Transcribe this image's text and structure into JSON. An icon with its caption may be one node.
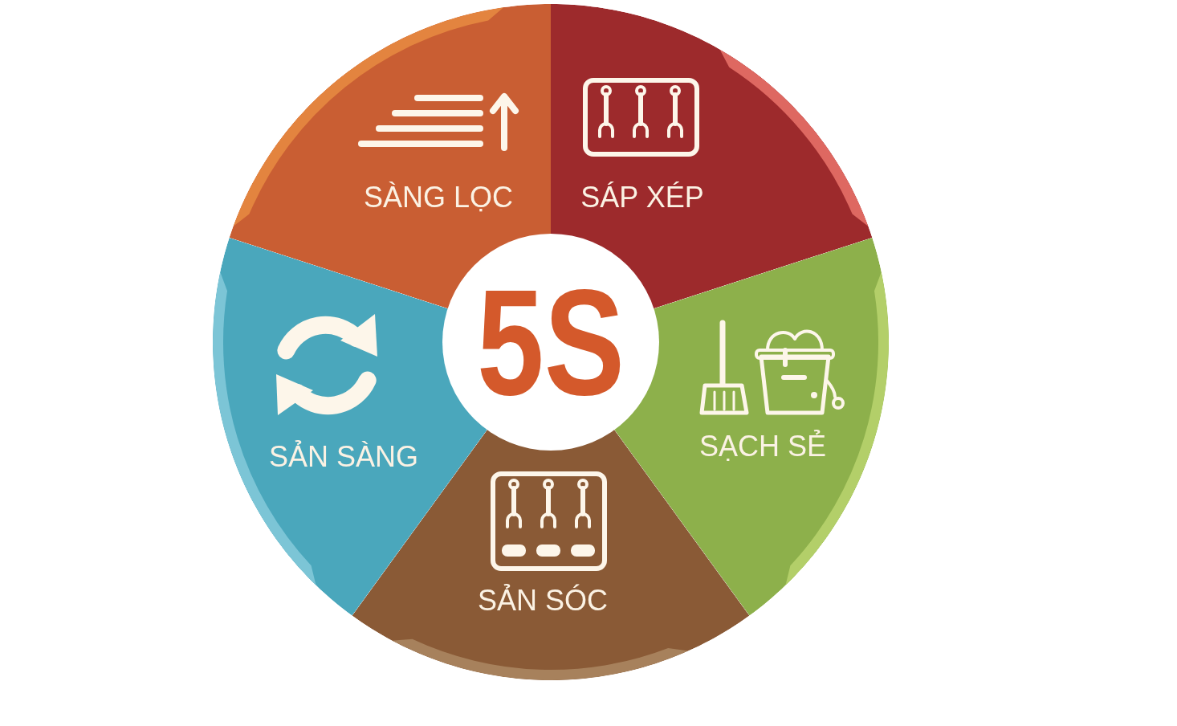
{
  "diagram": {
    "nodes": [
      {
        "text": [
          "5S"
        ]
      },
      {
        "text": [
          "SÀNG LỌC"
        ]
      },
      {
        "text": [
          "SÁP XÉP"
        ]
      },
      {
        "text": [
          "SẠCH SẺ"
        ]
      },
      {
        "text": [
          "SẢN SÓC"
        ]
      },
      {
        "text": [
          "SẢN SÀNG"
        ]
      }
    ]
  }
}
